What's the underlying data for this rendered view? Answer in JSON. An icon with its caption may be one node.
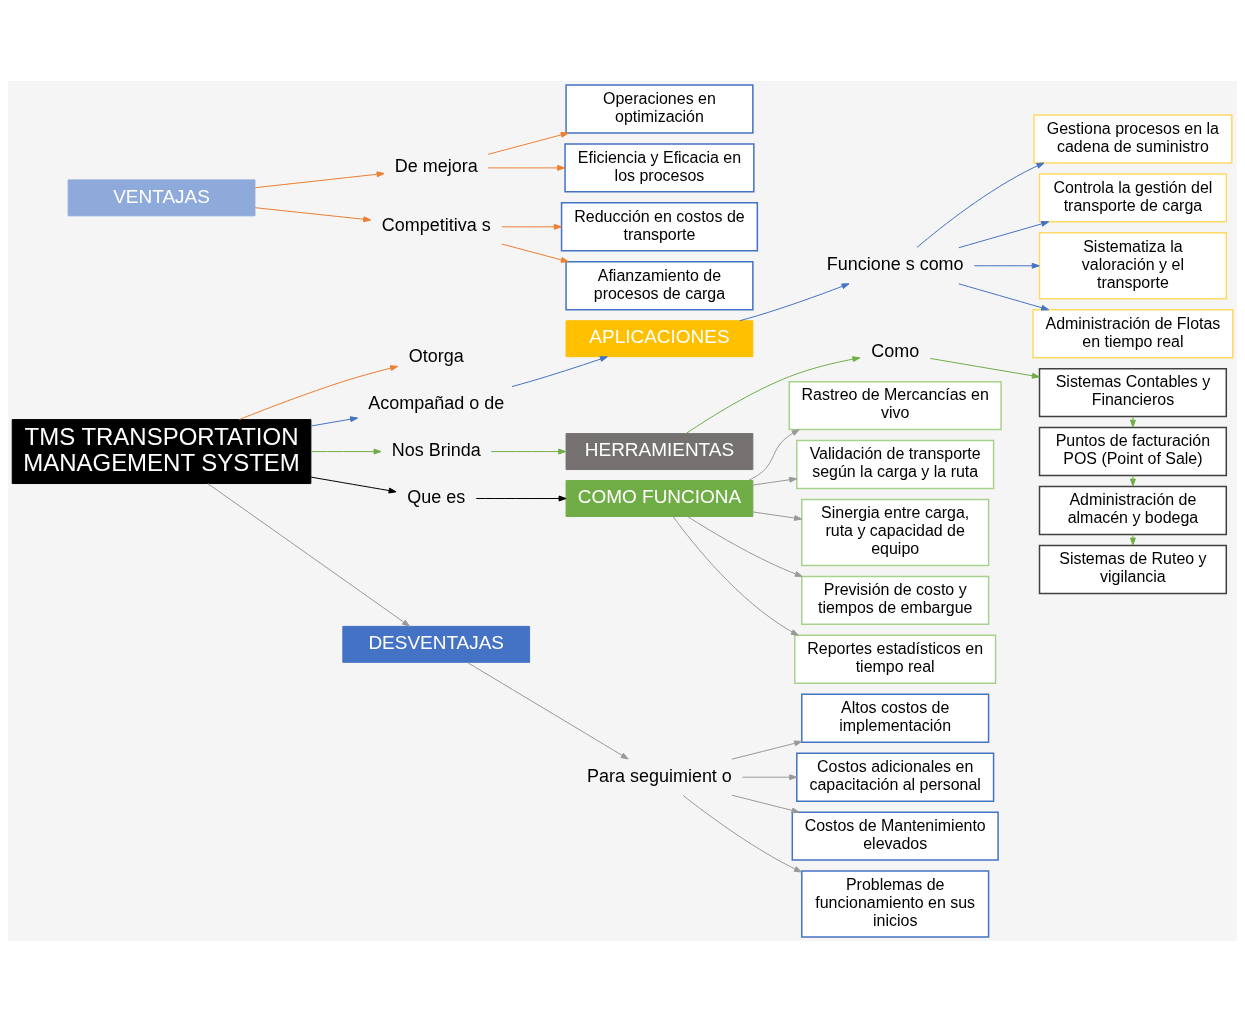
{
  "diagram": {
    "nodes": [
      {
        "text": [
          "TMS TRANSPORTATION MANAGEMENT SYSTEM"
        ]
      },
      {
        "text": [
          "Otorga"
        ]
      },
      {
        "text": [
          "VENTAJAS"
        ]
      },
      {
        "text": [
          "De mejora"
        ]
      },
      {
        "text": [
          "Competitiva s"
        ]
      },
      {
        "text": [
          "Reducción en costos de transporte"
        ]
      },
      {
        "text": [
          "Afianzamiento de procesos de carga"
        ]
      },
      {
        "text": [
          "Operaciones en optimización"
        ]
      },
      {
        "text": [
          "Eficiencia y Eficacia en los procesos"
        ]
      },
      {
        "text": [
          "Acompañad o de"
        ]
      },
      {
        "text": [
          "APLICACIONES"
        ]
      },
      {
        "text": [
          "Funcione s como"
        ]
      },
      {
        "text": [
          "Gestiona procesos en la cadena de suministro"
        ]
      },
      {
        "text": [
          "Controla la gestión del transporte de carga"
        ]
      },
      {
        "text": [
          "Sistematiza la valoración y el transporte"
        ]
      },
      {
        "text": [
          "Administración de Flotas en tiempo real"
        ]
      },
      {
        "text": [
          "Nos Brinda"
        ]
      },
      {
        "text": [
          "HERRAMIENTAS"
        ]
      },
      {
        "text": [
          "Como"
        ]
      },
      {
        "text": [
          "Sistemas Contables y Financieros"
        ]
      },
      {
        "text": [
          "Puntos de facturación POS (Point of Sale)"
        ]
      },
      {
        "text": [
          "Administración de almacén y bodega"
        ]
      },
      {
        "text": [
          "Sistemas de Ruteo y vigilancia"
        ]
      },
      {
        "text": [
          "Que es"
        ]
      },
      {
        "text": [
          "COMO FUNCIONA"
        ]
      },
      {
        "text": [
          "Rastreo de Mercancías en vivo"
        ]
      },
      {
        "text": [
          "Validación de transporte según la carga y la ruta"
        ]
      },
      {
        "text": [
          "Sinergia entre carga, ruta y capacidad de equipo"
        ]
      },
      {
        "text": [
          "Previsión de costo y tiempos de embargue"
        ]
      },
      {
        "text": [
          "Reportes estadísticos en tiempo real"
        ]
      },
      {
        "text": [
          "DESVENTAJAS"
        ]
      },
      {
        "text": [
          "Para seguimient o"
        ]
      },
      {
        "text": [
          "Altos costos de implementación"
        ]
      },
      {
        "text": [
          "Costos adicionales en capacitación al personal"
        ]
      },
      {
        "text": [
          "Costos de Mantenimiento elevados"
        ]
      },
      {
        "text": [
          "Problemas de funcionamiento en sus inicios"
        ]
      }
    ],
    "edges": [
      {
        "from": 0,
        "to": 1,
        "arrow": "to",
        "color": "#ed7d31"
      },
      {
        "from": 2,
        "to": 3,
        "arrow": "to",
        "color": "#ed7d31"
      },
      {
        "from": 2,
        "to": 4,
        "arrow": "to",
        "color": "#ed7d31"
      },
      {
        "from": 4,
        "to": 5,
        "arrow": "to",
        "color": "#ed7d31"
      },
      {
        "from": 4,
        "to": 6,
        "arrow": "to",
        "color": "#ed7d31"
      },
      {
        "from": 3,
        "to": 7,
        "arrow": "to",
        "color": "#ed7d31"
      },
      {
        "from": 3,
        "to": 8,
        "arrow": "to",
        "color": "#ed7d31"
      },
      {
        "from": 0,
        "to": 9,
        "arrow": "to",
        "color": "#4472c4"
      },
      {
        "from": 9,
        "to": 10,
        "arrow": "to",
        "color": "#4472c4"
      },
      {
        "from": 10,
        "to": 11,
        "arrow": "to",
        "color": "#4472c4"
      },
      {
        "from": 11,
        "to": 12,
        "arrow": "to",
        "color": "#4472c4"
      },
      {
        "from": 11,
        "to": 13,
        "arrow": "to",
        "color": "#4472c4"
      },
      {
        "from": 11,
        "to": 14,
        "arrow": "to",
        "color": "#4472c4"
      },
      {
        "from": 11,
        "to": 15,
        "arrow": "to",
        "color": "#4472c4"
      },
      {
        "from": 0,
        "to": 16,
        "arrow": "to",
        "color": "#70ad47"
      },
      {
        "from": 16,
        "to": 17,
        "arrow": "to",
        "color": "#70ad47"
      },
      {
        "from": 17,
        "to": 18,
        "arrow": "to",
        "color": "#70ad47"
      },
      {
        "from": 18,
        "to": 19,
        "arrow": "to",
        "color": "#70ad47"
      },
      {
        "from": 19,
        "to": 20,
        "arrow": "to",
        "color": "#70ad47"
      },
      {
        "from": 20,
        "to": 21,
        "arrow": "to",
        "color": "#70ad47"
      },
      {
        "from": 21,
        "to": 22,
        "arrow": "to",
        "color": "#70ad47"
      },
      {
        "from": 0,
        "to": 23,
        "arrow": "to",
        "color": "#000000"
      },
      {
        "from": 23,
        "to": 24,
        "arrow": "to",
        "color": "#000000"
      },
      {
        "from": 24,
        "to": 25,
        "arrow": "to"
      },
      {
        "from": 24,
        "to": 26,
        "arrow": "to"
      },
      {
        "from": 24,
        "to": 27,
        "arrow": "to"
      },
      {
        "from": 24,
        "to": 28,
        "arrow": "to"
      },
      {
        "from": 24,
        "to": 29,
        "arrow": "to"
      },
      {
        "from": 0,
        "to": 30,
        "arrow": "to"
      },
      {
        "from": 30,
        "to": 31,
        "arrow": "to"
      },
      {
        "from": 31,
        "to": 32,
        "arrow": "to"
      },
      {
        "from": 31,
        "to": 33,
        "arrow": "to"
      },
      {
        "from": 31,
        "to": 34,
        "arrow": "to"
      },
      {
        "from": 31,
        "to": 35,
        "arrow": "to"
      }
    ]
  }
}
